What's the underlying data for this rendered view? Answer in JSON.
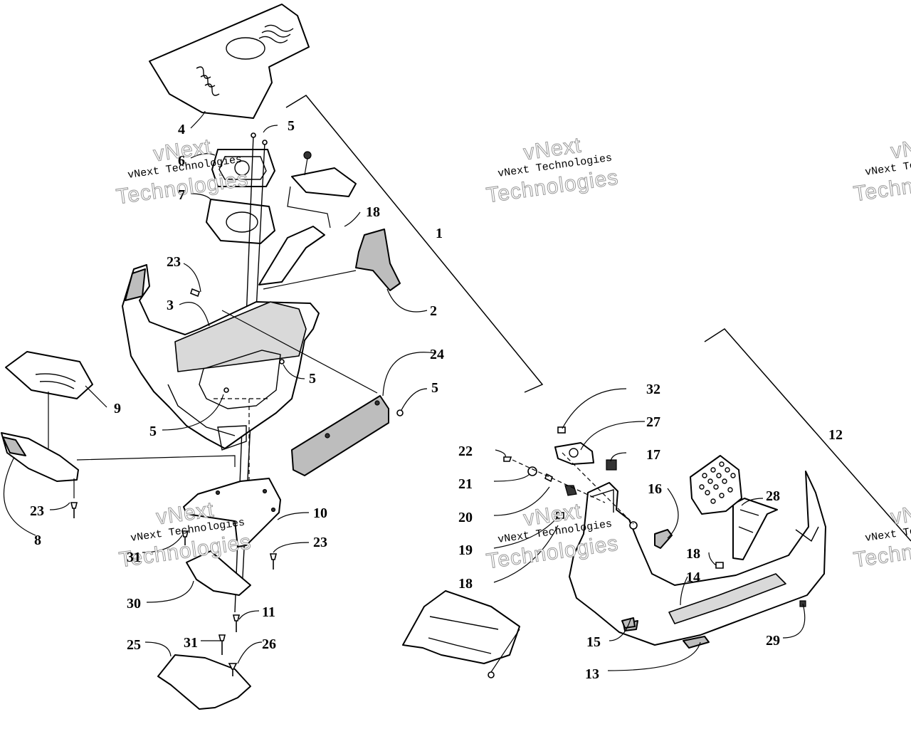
{
  "callouts": {
    "c1": "1",
    "c2": "2",
    "c3": "3",
    "c4": "4",
    "c5a": "5",
    "c5b": "5",
    "c5c": "5",
    "c5d": "5",
    "c6": "6",
    "c7": "7",
    "c8": "8",
    "c9": "9",
    "c10": "10",
    "c11": "11",
    "c12": "12",
    "c13": "13",
    "c14": "14",
    "c15": "15",
    "c16": "16",
    "c17": "17",
    "c18a": "18",
    "c18b": "18",
    "c18c": "18",
    "c19": "19",
    "c20": "20",
    "c21": "21",
    "c22": "22",
    "c23a": "23",
    "c23b": "23",
    "c23c": "23",
    "c24": "24",
    "c25": "25",
    "c26": "26",
    "c27": "27",
    "c28": "28",
    "c29": "29",
    "c30": "30",
    "c31a": "31",
    "c31b": "31",
    "c32": "32"
  },
  "watermark": {
    "small_text": "vNext Technologies",
    "big_text": "Technologies",
    "top_text": "vNext"
  },
  "colors": {
    "line": "#000000",
    "shade": "#bdbdbd",
    "watermark_outline": "#9a9a9a",
    "background": "#ffffff"
  }
}
